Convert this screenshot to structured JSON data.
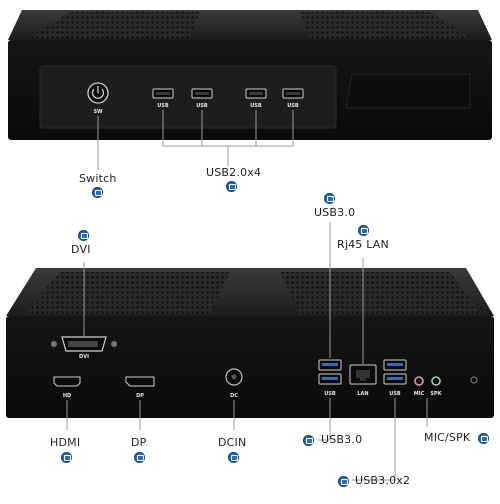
{
  "front": {
    "power_label": "SW",
    "usb_port_labels": [
      "USB",
      "USB",
      "USB",
      "USB"
    ]
  },
  "back": {
    "dvi_label": "DVI",
    "hd_label": "HD",
    "dp_label": "DP",
    "dc_label": "DC",
    "usb_left_label": "USB",
    "lan_label": "LAN",
    "usb_right_label": "USB",
    "mic_label": "MIC",
    "spk_label": "SPK"
  },
  "callouts": {
    "switch": "Switch",
    "usb20": "USB2.0x4",
    "usb30_top": "USB3.0",
    "rj45": "Rj45 LAN",
    "dvi": "DVI",
    "hdmi": "HDMI",
    "dp": "DP",
    "dcin": "DCIN",
    "usb30_bottom": "USB3.0",
    "micspk": "MIC/SPK",
    "usb30x2": "USB3.0x2"
  },
  "colors": {
    "chassis": "#1a1a1a",
    "icon_blue": "#2f6db5",
    "guide_line": "#9a9a9a"
  },
  "icons": [
    "power-icon",
    "usb-icon",
    "lan-icon",
    "display-icon",
    "dc-icon",
    "audio-icon"
  ]
}
